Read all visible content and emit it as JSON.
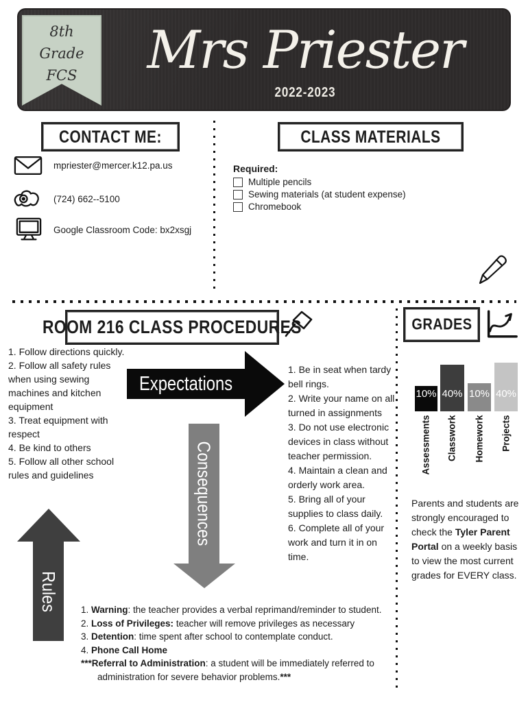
{
  "header": {
    "badge_lines": [
      "8th",
      "Grade",
      "FCS"
    ],
    "title": "Mrs Priester",
    "school_year": "2022-2023",
    "badge_color": "#c7d2c5",
    "board_color": "#2d2a2a"
  },
  "contact": {
    "title": "CONTACT ME:",
    "items": [
      {
        "icon": "email-icon",
        "text": "mpriester@mercer.k12.pa.us"
      },
      {
        "icon": "phone-icon",
        "text": "(724) 662--5100"
      },
      {
        "icon": "monitor-icon",
        "text": "Google Classroom Code: bx2xsgj"
      }
    ]
  },
  "materials": {
    "title": "CLASS MATERIALS",
    "required_label": "Required:",
    "items": [
      "Multiple pencils",
      "Sewing materials (at student expense)",
      "Chromebook"
    ],
    "decor_icon": "pencil-icon"
  },
  "procedures": {
    "title": "ROOM 216 CLASS PROCEDURES",
    "decor_icon": "pushpin-icon",
    "rules_label": "Rules",
    "rules": [
      "1. Follow directions quickly.",
      "2. Follow all safety rules when using sewing machines and kitchen equipment",
      "3. Treat equipment with respect",
      "4. Be kind to others",
      "5. Follow all other school rules and guidelines"
    ],
    "expectations_label": "Expectations",
    "expectations": [
      "1. Be in seat when tardy bell rings.",
      "2. Write your name on all turned in assignments",
      "3. Do not use electronic devices in class without teacher permission.",
      "4. Maintain a clean and orderly work area.",
      "5. Bring all of your supplies to class daily.",
      "6. Complete all of your work and turn it in on time."
    ],
    "consequences_label": "Consequences",
    "consequences": [
      {
        "segments": [
          {
            "t": "1. ",
            "b": false
          },
          {
            "t": "Warning",
            "b": true
          },
          {
            "t": ": the teacher provides a verbal reprimand/reminder to student.",
            "b": false
          }
        ]
      },
      {
        "segments": [
          {
            "t": "2. ",
            "b": false
          },
          {
            "t": "Loss of Privileges:",
            "b": true
          },
          {
            "t": " teacher will remove privileges as necessary",
            "b": false
          }
        ]
      },
      {
        "segments": [
          {
            "t": "3. ",
            "b": false
          },
          {
            "t": "Detention",
            "b": true
          },
          {
            "t": ": time spent after school to contemplate conduct.",
            "b": false
          }
        ]
      },
      {
        "segments": [
          {
            "t": "4. ",
            "b": false
          },
          {
            "t": "Phone Call Home",
            "b": true
          }
        ]
      },
      {
        "segments": [
          {
            "t": "***Referral to Administration",
            "b": true
          },
          {
            "t": ": a student will be immediately referred to administration for severe behavior problems.",
            "b": false
          },
          {
            "t": "***",
            "b": true
          }
        ]
      }
    ]
  },
  "grades": {
    "title": "GRADES",
    "decor_icon": "chart-icon",
    "note_segments": [
      {
        "t": "Parents and students are strongly encouraged to check the ",
        "b": false
      },
      {
        "t": "Tyler Parent Portal",
        "b": true
      },
      {
        "t": " on a weekly basis to view the most current grades for EVERY class.",
        "b": false
      }
    ]
  },
  "chart_data": {
    "type": "bar",
    "categories": [
      "Assessments",
      "Classwork",
      "Homework",
      "Projects"
    ],
    "values": [
      10,
      40,
      10,
      40
    ],
    "value_labels": [
      "10%",
      "40%",
      "10%",
      "40%"
    ],
    "colors": [
      "#0a0a0a",
      "#3d3d3d",
      "#8a8a8a",
      "#c4c4c4"
    ],
    "title": "",
    "xlabel": "",
    "ylabel": "",
    "legend": false,
    "grid": false,
    "value_label_color": "#ffffff"
  }
}
